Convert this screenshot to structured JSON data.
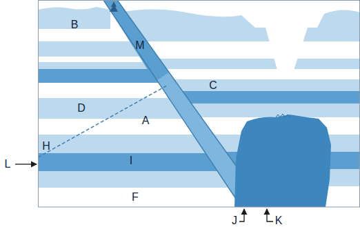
{
  "diagram": {
    "labels": [
      "B",
      "M",
      "C",
      "D",
      "A",
      "H",
      "I",
      "F",
      "L",
      "J",
      "K"
    ]
  }
}
